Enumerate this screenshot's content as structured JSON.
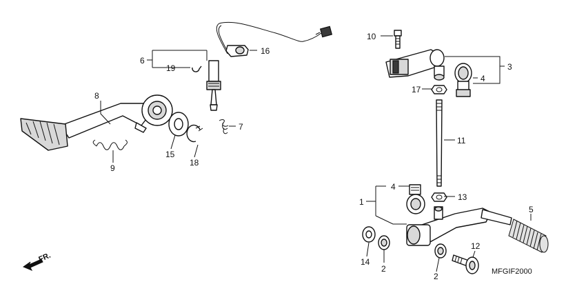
{
  "diagram": {
    "callouts": {
      "p1": "1",
      "p2a": "2",
      "p2b": "2",
      "p3": "3",
      "p4a": "4",
      "p4b": "4",
      "p5": "5",
      "p6": "6",
      "p7": "7",
      "p8": "8",
      "p9": "9",
      "p10": "10",
      "p11": "11",
      "p12": "12",
      "p13": "13",
      "p14": "14",
      "p15": "15",
      "p16": "16",
      "p17": "17",
      "p18": "18",
      "p19": "19"
    },
    "direction_label": "FR.",
    "figure_code": "MFGIF2000"
  }
}
